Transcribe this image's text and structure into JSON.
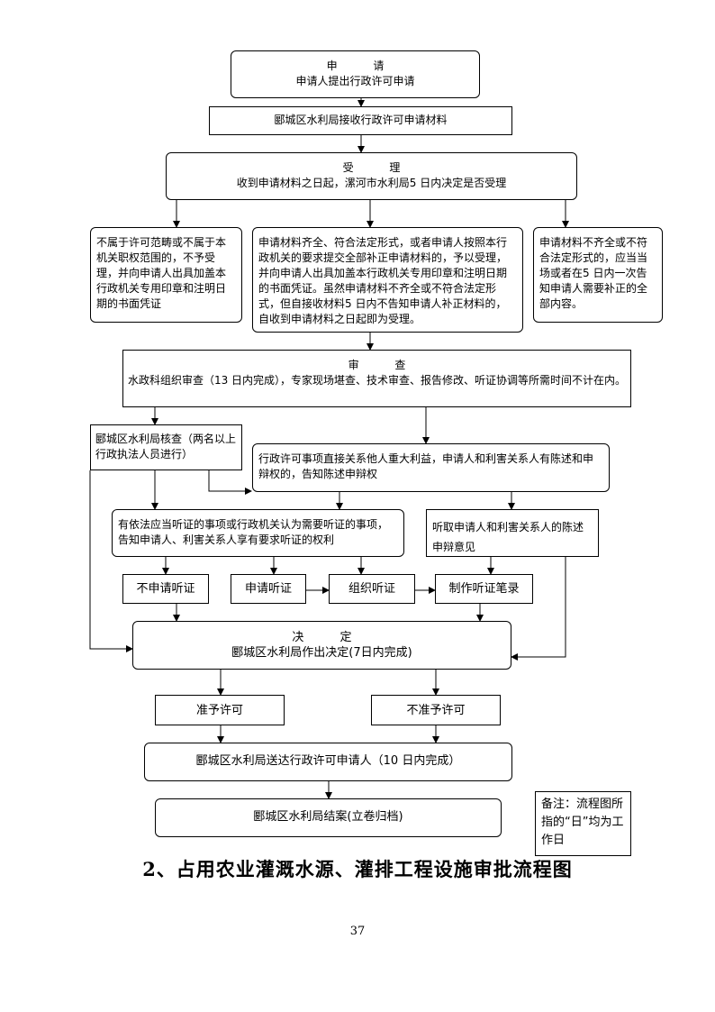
{
  "flow": {
    "apply": {
      "title": "申 请",
      "text": "申请人提出行政许可申请"
    },
    "receive": {
      "text": "郾城区水利局接收行政许可申请材料"
    },
    "accept": {
      "title": "受 理",
      "text": "收到申请材料之日起，漯河市水利局5 日内决定是否受理"
    },
    "reject_scope": {
      "text": "不属于许可范畴或不属于本机关职权范围的，不予受理，并向申请人出具加盖本行政机关专用印章和注明日期的书面凭证"
    },
    "materials_ok": {
      "text": "申请材料齐全、符合法定形式，或者申请人按照本行政机关的要求提交全部补正申请材料的，予以受理，并向申请人出具加盖本行政机关专用印章和注明日期的书面凭证。虽然申请材料不齐全或不符合法定形式，但自接收材料5 日内不告知申请人补正材料的，自收到申请材料之日起即为受理。"
    },
    "materials_incomplete": {
      "text": "申请材料不齐全或不符合法定形式的，应当当场或者在5 日内一次告知申请人需要补正的全部内容。"
    },
    "review": {
      "title": "审 查",
      "text": "水政科组织审查（13 日内完成），专家现场堪查、技术审查、报告修改、听证协调等所需时间不计在内。"
    },
    "verify": {
      "text": "郾城区水利局核查（两名以上行政执法人员进行）"
    },
    "interest": {
      "text": "行政许可事项直接关系他人重大利益，申请人和利害关系人有陈述和申辩权的，告知陈述申辩权"
    },
    "hearing_notice": {
      "text": "有依法应当听证的事项或行政机关认为需要听证的事项，告知申请人、利害关系人享有要求听证的权利"
    },
    "listen": {
      "text": "听取申请人和利害关系人的陈述申辩意见"
    },
    "no_hearing": {
      "text": "不申请听证"
    },
    "request_hearing": {
      "text": "申请听证"
    },
    "organize_hearing": {
      "text": "组织听证"
    },
    "hearing_record": {
      "text": "制作听证笔录"
    },
    "decide": {
      "title": "决 定",
      "text": "郾城区水利局作出决定(7日内完成)"
    },
    "approve": {
      "text": "准予许可"
    },
    "deny": {
      "text": "不准予许可"
    },
    "deliver": {
      "text": "郾城区水利局送达行政许可申请人（10 日内完成）"
    },
    "archive": {
      "text": "郾城区水利局结案(立卷归档)"
    }
  },
  "note": {
    "text": "备注：流程图所指的“日”均为工作日"
  },
  "section_title": "2、占用农业灌溉水源、灌排工程设施审批流程图",
  "page_number": "37"
}
